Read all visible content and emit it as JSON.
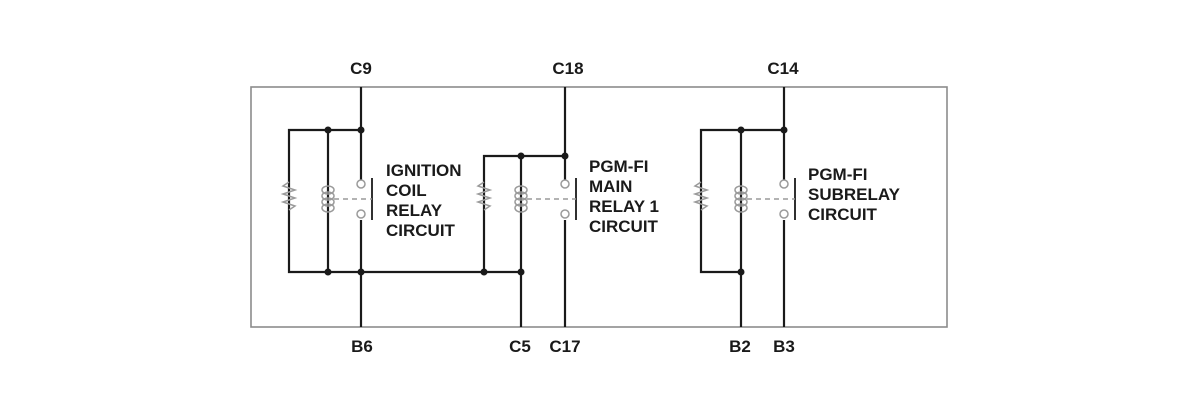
{
  "pins": {
    "c9": "C9",
    "c18": "C18",
    "c14": "C14",
    "b6": "B6",
    "c5": "C5",
    "c17": "C17",
    "b2": "B2",
    "b3": "B3"
  },
  "relays": {
    "ignition": [
      "IGNITION",
      "COIL",
      "RELAY",
      "CIRCUIT"
    ],
    "main": [
      "PGM-FI",
      "MAIN",
      "RELAY 1",
      "CIRCUIT"
    ],
    "sub": [
      "PGM-FI",
      "SUBRELAY",
      "CIRCUIT"
    ]
  }
}
